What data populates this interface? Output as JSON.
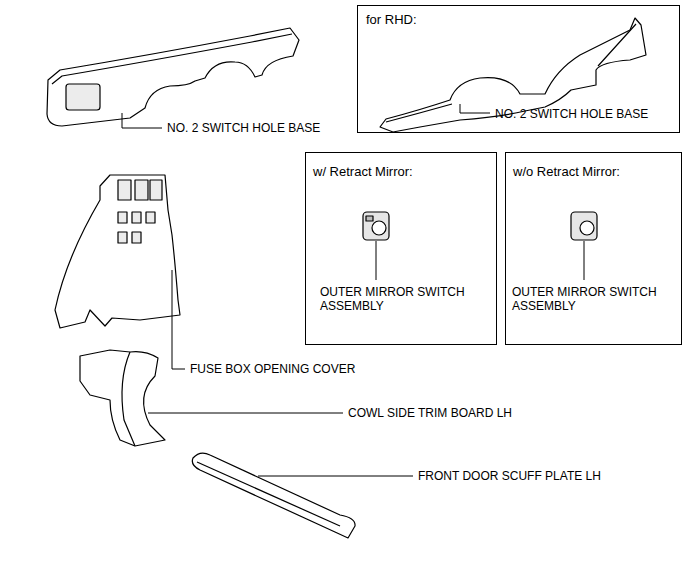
{
  "diagram": {
    "nodes": [
      {
        "text": [
          "for RHD:",
          "NO. 2 SWITCH HOLE BASE"
        ]
      },
      {
        "text": [
          "w/ Retract Mirror:",
          "OUTER MIRROR SWITCH ASSEMBLY"
        ]
      },
      {
        "text": [
          "w/o Retract Mirror:",
          "OUTER MIRROR SWITCH ASSEMBLY"
        ]
      }
    ],
    "labels": [
      "NO. 2 SWITCH HOLE BASE",
      "FUSE BOX OPENING COVER",
      "COWL SIDE TRIM BOARD LH",
      "FRONT DOOR SCUFF PLATE LH"
    ]
  }
}
